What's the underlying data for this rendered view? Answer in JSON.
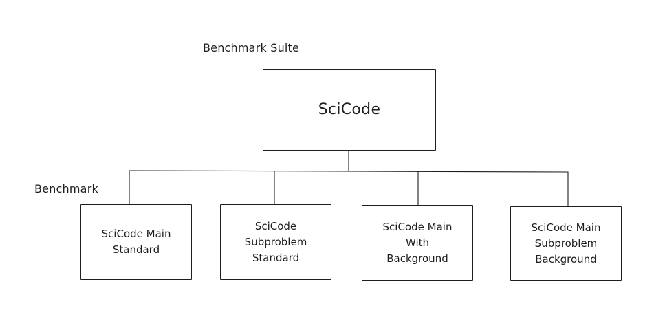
{
  "labels": {
    "suite_level": "Benchmark Suite",
    "benchmark_level": "Benchmark"
  },
  "root": {
    "label": "SciCode"
  },
  "children": [
    {
      "label": "SciCode Main\nStandard"
    },
    {
      "label": "SciCode\nSubproblem\nStandard"
    },
    {
      "label": "SciCode Main\nWith\nBackground"
    },
    {
      "label": "SciCode Main\nSubproblem\nBackground"
    }
  ]
}
